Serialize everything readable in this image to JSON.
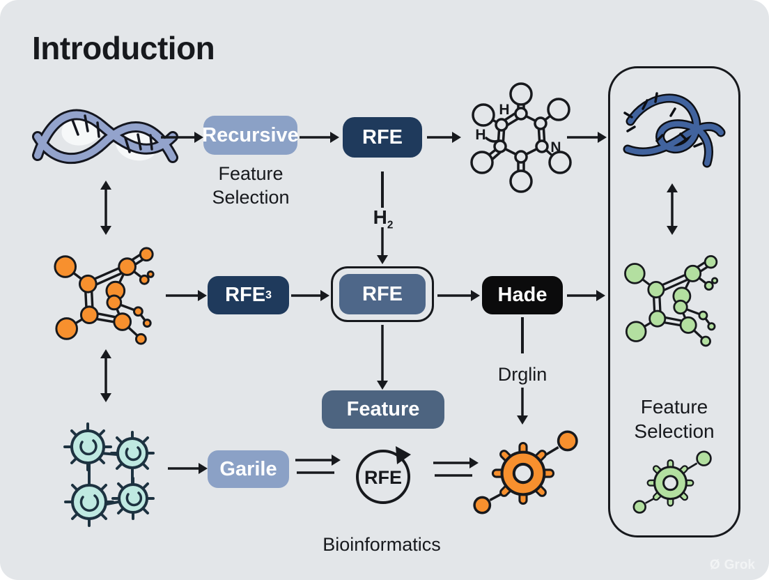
{
  "title": "Introduction",
  "colors": {
    "background": "#ffffff",
    "card": "#e3e6e9",
    "outline": "#17191d",
    "navy": "#1f3a5c",
    "slate": "#4e6789",
    "slate_dark": "#4d6480",
    "lightblue": "#8ba1c6",
    "black_box": "#0b0b0c",
    "orange": "#f7902e",
    "teal": "#bfe9e1",
    "teal_dark": "#1d3240",
    "green": "#b3dfa0",
    "dna_blue": "#93a3cc",
    "tangle_blue": "#41639e",
    "text": "#17191d"
  },
  "row1": {
    "recursive_label": "Recursive",
    "caption": "Feature Selection",
    "rfe_label": "RFE",
    "h_label": "H",
    "h_sub": "2"
  },
  "hexagon": {
    "h_top": "H",
    "h_left": "H",
    "n_right": "N"
  },
  "row2": {
    "rfe3_label": "RFE",
    "rfe3_sub": "3",
    "rfe_center_label": "RFE",
    "hade_label": "Hade",
    "feature_label": "Feature",
    "drglin_label": "Drglin"
  },
  "row3": {
    "garile_label": "Garile",
    "cycle_label": "RFE",
    "caption": "Bioinformatics"
  },
  "panel": {
    "caption": "Feature Selection"
  },
  "watermark": {
    "icon_glyph": "Ø",
    "label": "Grok"
  },
  "icons": {
    "dna-icon": "double-helix DNA strand, blue",
    "chemical-ring-icon": "hexagonal ring molecule with H and N atoms",
    "dna-tangle-icon": "tangled RNA strand, dark blue",
    "molecule-orange-icon": "ball-and-stick molecule, orange",
    "molecule-green-icon": "ball-and-stick molecule, green",
    "virus-cluster-icon": "cluster of four teal virus particles",
    "virus-orange-icon": "virus particle with satellite nodes, orange",
    "virus-green-icon": "virus particle with satellite nodes, green",
    "cycle-arrow-icon": "circular loop arrow",
    "grok-logo-icon": "Ø"
  }
}
